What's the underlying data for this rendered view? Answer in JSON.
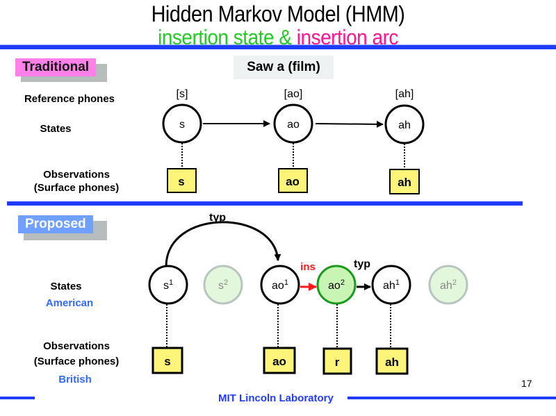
{
  "title": "Hidden Markov Model (HMM)",
  "subtitle": {
    "part1": "insertion state &",
    "part2": "insertion arc",
    "part1_color": "#22cc22",
    "part2_color": "#ff1493"
  },
  "traditional": {
    "tag": "Traditional",
    "example": "Saw a (film)",
    "labels": {
      "reference_phones": "Reference phones",
      "states": "States",
      "observations": "Observations",
      "surface_phones": "(Surface phones)"
    },
    "reference_phones": [
      "[s]",
      "[ao]",
      "[ah]"
    ],
    "states": [
      "s",
      "ao",
      "ah"
    ],
    "observations": [
      "s",
      "ao",
      "ah"
    ]
  },
  "proposed": {
    "tag": "Proposed",
    "labels": {
      "states": "States",
      "states_sub": "American",
      "observations": "Observations",
      "surface_phones": "(Surface phones)",
      "obs_sub": "British"
    },
    "states": [
      {
        "base": "s",
        "sup": "1",
        "style": "normal"
      },
      {
        "base": "s",
        "sup": "2",
        "style": "faded"
      },
      {
        "base": "ao",
        "sup": "1",
        "style": "normal"
      },
      {
        "base": "ao",
        "sup": "2",
        "style": "insertion"
      },
      {
        "base": "ah",
        "sup": "1",
        "style": "normal"
      },
      {
        "base": "ah",
        "sup": "2",
        "style": "faded"
      }
    ],
    "observations": [
      "s",
      "ao",
      "r",
      "ah"
    ],
    "arcs": {
      "typ_skip": "typ",
      "ins": "ins",
      "typ": "typ"
    },
    "colors": {
      "insertion_arc": "#ff1a1a",
      "insertion_state_fill": "#c8f5b4",
      "insertion_state_stroke": "#1a9a1a",
      "faded_fill": "#e2f7dc",
      "faded_stroke": "#b8c4c0",
      "observation_fill": "#fdf57a"
    }
  },
  "footer": {
    "lab": "MIT Lincoln Laboratory",
    "page": "17"
  }
}
